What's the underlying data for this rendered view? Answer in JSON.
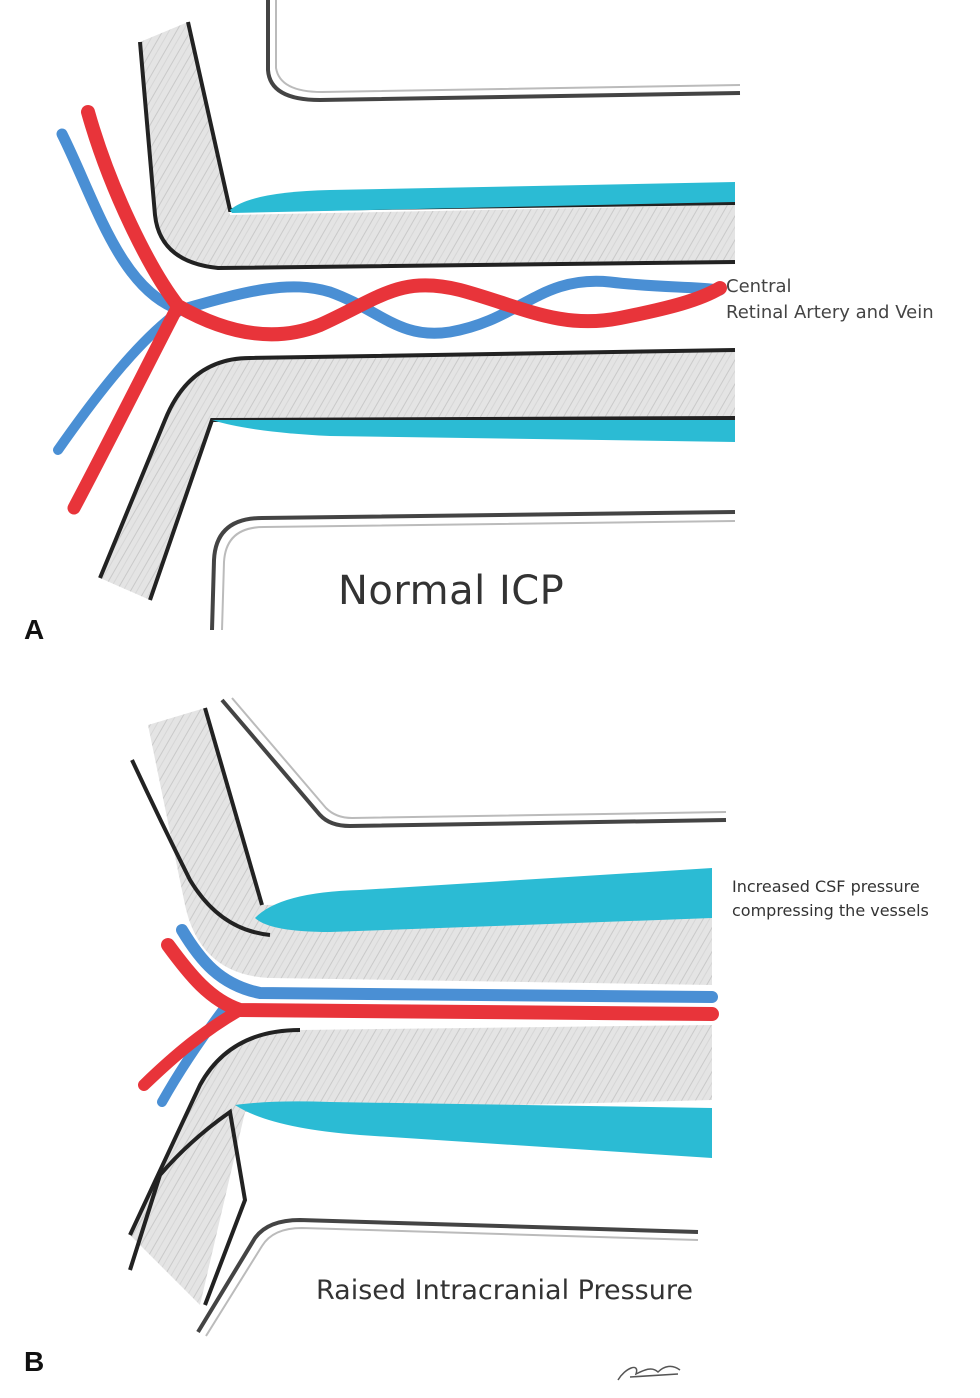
{
  "panel_a": {
    "letter": "A",
    "caption": "Normal ICP",
    "vessel_label_line1": "Central",
    "vessel_label_line2": "Retinal Artery and Vein"
  },
  "panel_b": {
    "letter": "B",
    "caption": "Raised Intracranial Pressure",
    "csf_label_line1": "Increased CSF pressure",
    "csf_label_line2": "compressing the vessels"
  },
  "colors": {
    "artery": "#e8343a",
    "vein": "#4a8fd4",
    "csf": "#2bbbd4",
    "nerve_fill": "#e3e3e3",
    "outline": "#2a2a2a"
  },
  "icons": [
    "signature-mark"
  ]
}
